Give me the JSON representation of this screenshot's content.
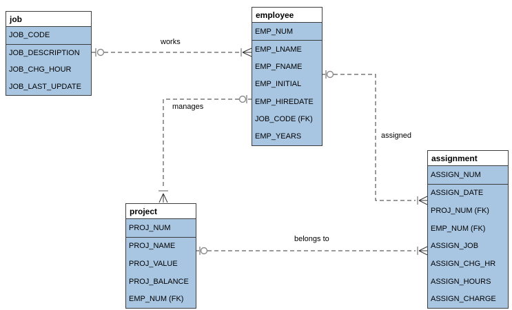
{
  "diagram": {
    "tables": [
      {
        "name": "job",
        "primary_key": [
          "JOB_CODE"
        ],
        "fields": [
          "JOB_DESCRIPTION",
          "JOB_CHG_HOUR",
          "JOB_LAST_UPDATE"
        ]
      },
      {
        "name": "employee",
        "primary_key": [
          "EMP_NUM"
        ],
        "fields": [
          "EMP_LNAME",
          "EMP_FNAME",
          "EMP_INITIAL",
          "EMP_HIREDATE",
          "JOB_CODE (FK)",
          "EMP_YEARS"
        ]
      },
      {
        "name": "project",
        "primary_key": [
          "PROJ_NUM"
        ],
        "fields": [
          "PROJ_NAME",
          "PROJ_VALUE",
          "PROJ_BALANCE",
          "EMP_NUM (FK)"
        ]
      },
      {
        "name": "assignment",
        "primary_key": [
          "ASSIGN_NUM"
        ],
        "fields": [
          "ASSIGN_DATE",
          "PROJ_NUM (FK)",
          "EMP_NUM (FK)",
          "ASSIGN_JOB",
          "ASSIGN_CHG_HR",
          "ASSIGN_HOURS",
          "ASSIGN_CHARGE"
        ]
      }
    ],
    "relationships": [
      {
        "label": "works",
        "from": "job",
        "to": "employee",
        "from_end": "zero-or-one",
        "to_end": "many",
        "line_style": "dashed"
      },
      {
        "label": "manages",
        "from": "employee",
        "to": "project",
        "from_end": "zero-or-one",
        "to_end": "many",
        "line_style": "dashed"
      },
      {
        "label": "assigned",
        "from": "employee",
        "to": "assignment",
        "from_end": "zero-or-one",
        "to_end": "many",
        "line_style": "dashed"
      },
      {
        "label": "belongs to",
        "from": "project",
        "to": "assignment",
        "from_end": "zero-or-one",
        "to_end": "many",
        "line_style": "dashed"
      }
    ],
    "colors": {
      "row_fill": "#a8c6e2",
      "header_fill": "#ffffff",
      "border": "#3c3c3c",
      "line": "#333333",
      "symbol_gray": "#8a8a8a",
      "text": "#000000",
      "background": "#ffffff"
    }
  }
}
